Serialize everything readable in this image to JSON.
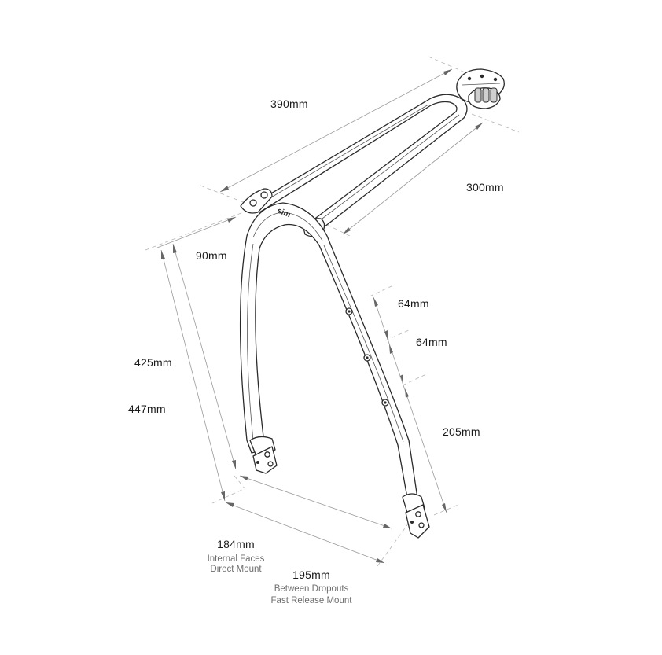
{
  "dimensions": {
    "top_length": "390mm",
    "upper_arm": "300mm",
    "bridge": "90mm",
    "height_inner": "425mm",
    "height_outer": "447mm",
    "hole_spacing_1": "64mm",
    "hole_spacing_2": "64mm",
    "lower_length": "205mm",
    "width_direct": "184mm",
    "width_direct_note_1": "Internal Faces",
    "width_direct_note_2": "Direct Mount",
    "width_fast": "195mm",
    "width_fast_note_1": "Between Dropouts",
    "width_fast_note_2": "Fast Release Mount"
  },
  "colors": {
    "line": "#2a2a2a",
    "dimension_line": "#9a9a9a",
    "label": "#1a1a1a",
    "note": "#6e6e6e"
  },
  "logo_text": "sim"
}
